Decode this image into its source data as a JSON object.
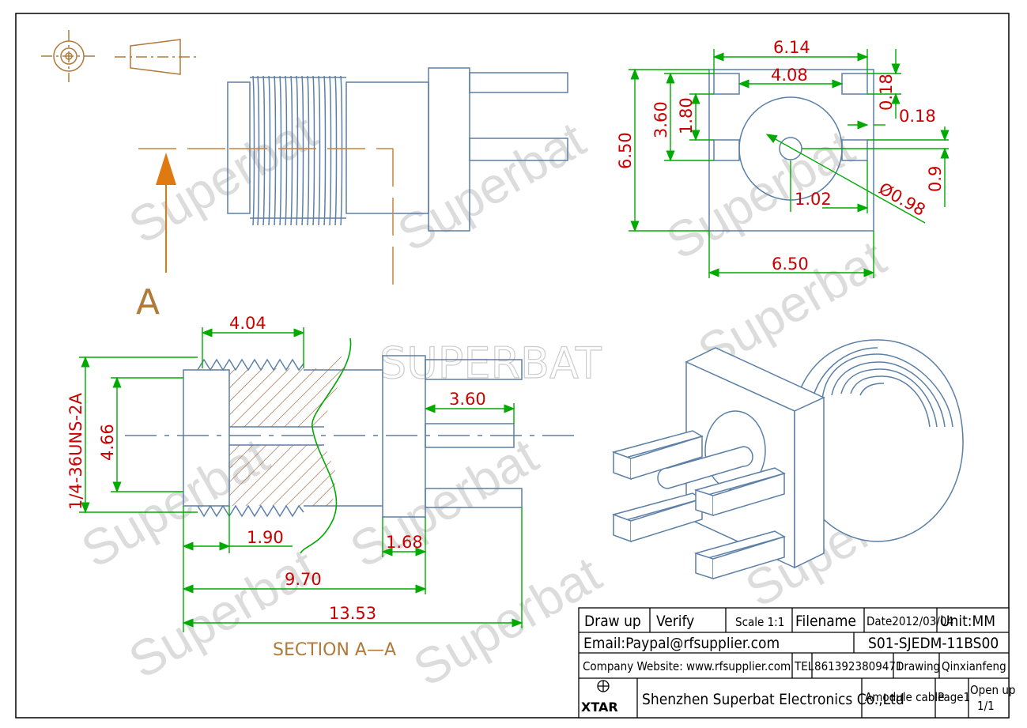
{
  "watermarks": {
    "word": "Superbat",
    "brand": "SUPERBAT"
  },
  "views": {
    "section_marker": "A",
    "section_caption": "SECTION  A—A"
  },
  "dimensions": {
    "top_width": "6.14",
    "pad_spacing": "4.08",
    "pad_height": "0.18",
    "pad_gap": "0.18",
    "height_360": "3.60",
    "height_180": "1.80",
    "overall_height": "6.50",
    "overall_width": "6.50",
    "center_102": "1.02",
    "center_09": "0.9",
    "pin_diameter": "Ø0.98",
    "thread_length": "4.04",
    "thread_spec": "1/4-36UNS-2A",
    "bore_diameter": "4.66",
    "pin_length": "3.60",
    "length_190": "1.90",
    "flange_thickness": "1.68",
    "length_970": "9.70",
    "overall_length": "13.53"
  },
  "title_block": {
    "draw_up": "Draw up",
    "verify": "Verify",
    "scale": "Scale 1:1",
    "filename_label": "Filename",
    "date": "Date2012/03/04",
    "unit": "Unit:MM",
    "email": "Email:Paypal@rfsupplier.com",
    "part_number": "S01-SJEDM-11BS00",
    "website": "Company Website:  www.rfsupplier.com",
    "tel_label": "TEL",
    "tel": "8613923809471",
    "drawing_label": "Drawing",
    "drawer": "Qinxianfeng",
    "logo": "XTAR",
    "company": "Shenzhen Superbat Electronics Co.,Ltd",
    "description": "Amodule cable",
    "page": "Page1",
    "open_up": "Open up",
    "open_up_count": "1/1"
  },
  "colors": {
    "outline": "#5b7fa6",
    "dimension_line": "#00aa00",
    "dimension_text": "#cc0000",
    "center_line": "#c8843c",
    "section_arrow": "#e07a10",
    "hatch": "#a0704a"
  }
}
